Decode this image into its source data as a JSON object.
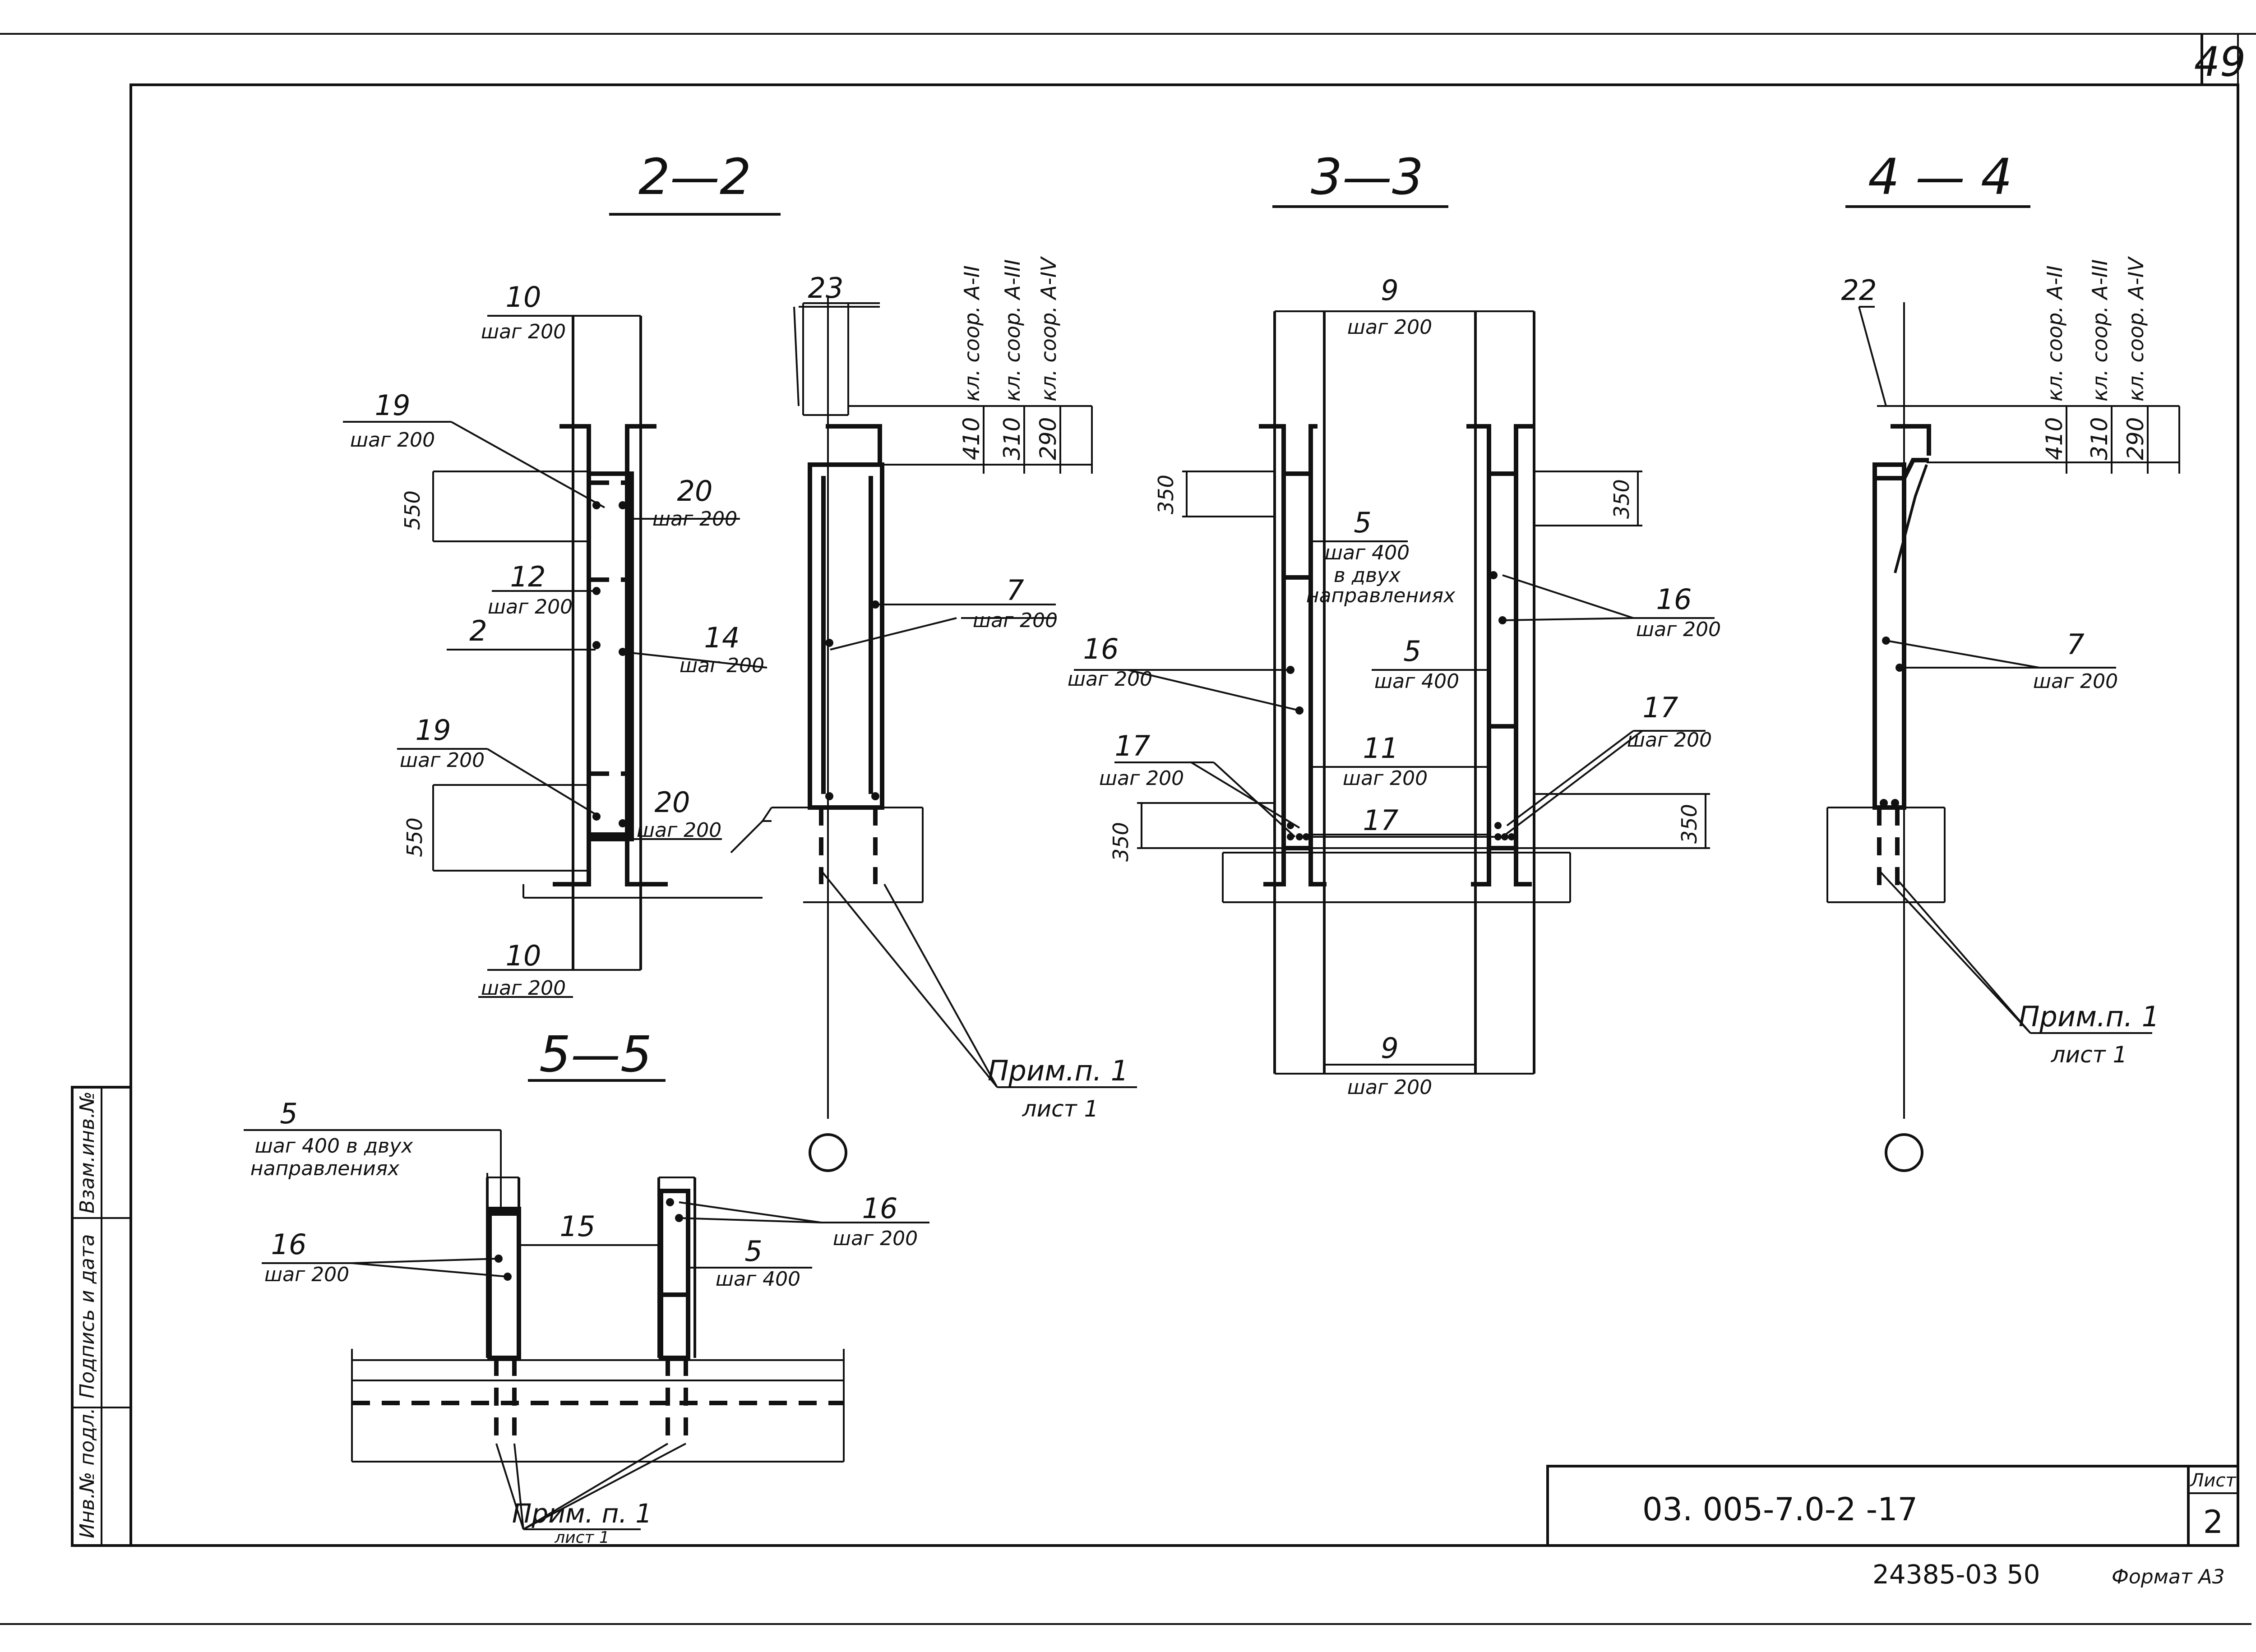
{
  "sheet_number_top": "49",
  "document_code": "03. 005-7.0-2 -17",
  "list_label": "Лист",
  "list_number": "2",
  "bottom_code": "24385-03 50",
  "format_label": "Формат А3",
  "side_stamp": {
    "inv_podl": "Инв.№ подл.",
    "podpis": "Подпись и дата",
    "vzam": "Взам.инв.№"
  },
  "section_2_2": {
    "title": "2—2",
    "lbl_10_top": "10",
    "lbl_10_top_step": "шаг 200",
    "lbl_19_top": "19",
    "lbl_19_top_step": "шаг 200",
    "dim_550_top": "550",
    "lbl_20_top": "20",
    "lbl_20_top_step": "шаг 200",
    "lbl_12": "12",
    "lbl_12_step": "шаг 200",
    "lbl_2": "2",
    "lbl_14": "14",
    "lbl_14_step": "шаг 200",
    "lbl_19_bot": "19",
    "lbl_19_bot_step": "шаг 200",
    "dim_550_bot": "550",
    "lbl_20_bot": "20",
    "lbl_20_bot_step": "шаг 200",
    "lbl_10_bot": "10",
    "lbl_10_bot_step": "шаг 200",
    "lbl_23": "23",
    "lbl_7": "7",
    "lbl_7_step": "шаг 200",
    "class_a2": "кл. соор. А-II",
    "class_a3": "кл. соор. А-III",
    "class_a4": "кл. соор. А-IV",
    "dim_410": "410",
    "dim_310": "310",
    "dim_290": "290",
    "note": "Прим.п. 1",
    "note_sheet": "лист 1"
  },
  "section_3_3": {
    "title": "3—3",
    "lbl_9_top": "9",
    "lbl_9_top_step": "шаг 200",
    "dim_350_tl": "350",
    "dim_350_tr": "350",
    "lbl_5_a": "5",
    "lbl_5_a_step": "шаг 400",
    "lbl_5_a_dir1": "в двух",
    "lbl_5_a_dir2": "направлениях",
    "lbl_16_r": "16",
    "lbl_16_r_step": "шаг 200",
    "lbl_16_l": "16",
    "lbl_16_l_step": "шаг 200",
    "lbl_5_b": "5",
    "lbl_5_b_step": "шаг 400",
    "lbl_17_l": "17",
    "lbl_17_l_step": "шаг 200",
    "lbl_11": "11",
    "lbl_11_step": "шаг 200",
    "lbl_17_r": "17",
    "lbl_17_r_step": "шаг 200",
    "lbl_17_mid": "17",
    "dim_350_bl": "350",
    "dim_350_br": "350",
    "lbl_9_bot": "9",
    "lbl_9_bot_step": "шаг 200"
  },
  "section_4_4": {
    "title": "4 — 4",
    "lbl_22": "22",
    "class_a2": "кл. соор. А-II",
    "class_a3": "кл. соор. А-III",
    "class_a4": "кл. соор. А-IV",
    "dim_410": "410",
    "dim_310": "310",
    "dim_290": "290",
    "lbl_7": "7",
    "lbl_7_step": "шаг 200",
    "note": "Прим.п. 1",
    "note_sheet": "лист 1"
  },
  "section_5_5": {
    "title": "5—5",
    "lbl_5_a": "5",
    "lbl_5_a_step": "шаг 400 в двух",
    "lbl_5_a_dir": "направлениях",
    "lbl_15": "15",
    "lbl_16_r": "16",
    "lbl_16_r_step": "шаг 200",
    "lbl_16_l": "16",
    "lbl_16_l_step": "шаг 200",
    "lbl_5_b": "5",
    "lbl_5_b_step": "шаг 400",
    "note": "Прим. п. 1",
    "note_sheet": "лист 1"
  }
}
